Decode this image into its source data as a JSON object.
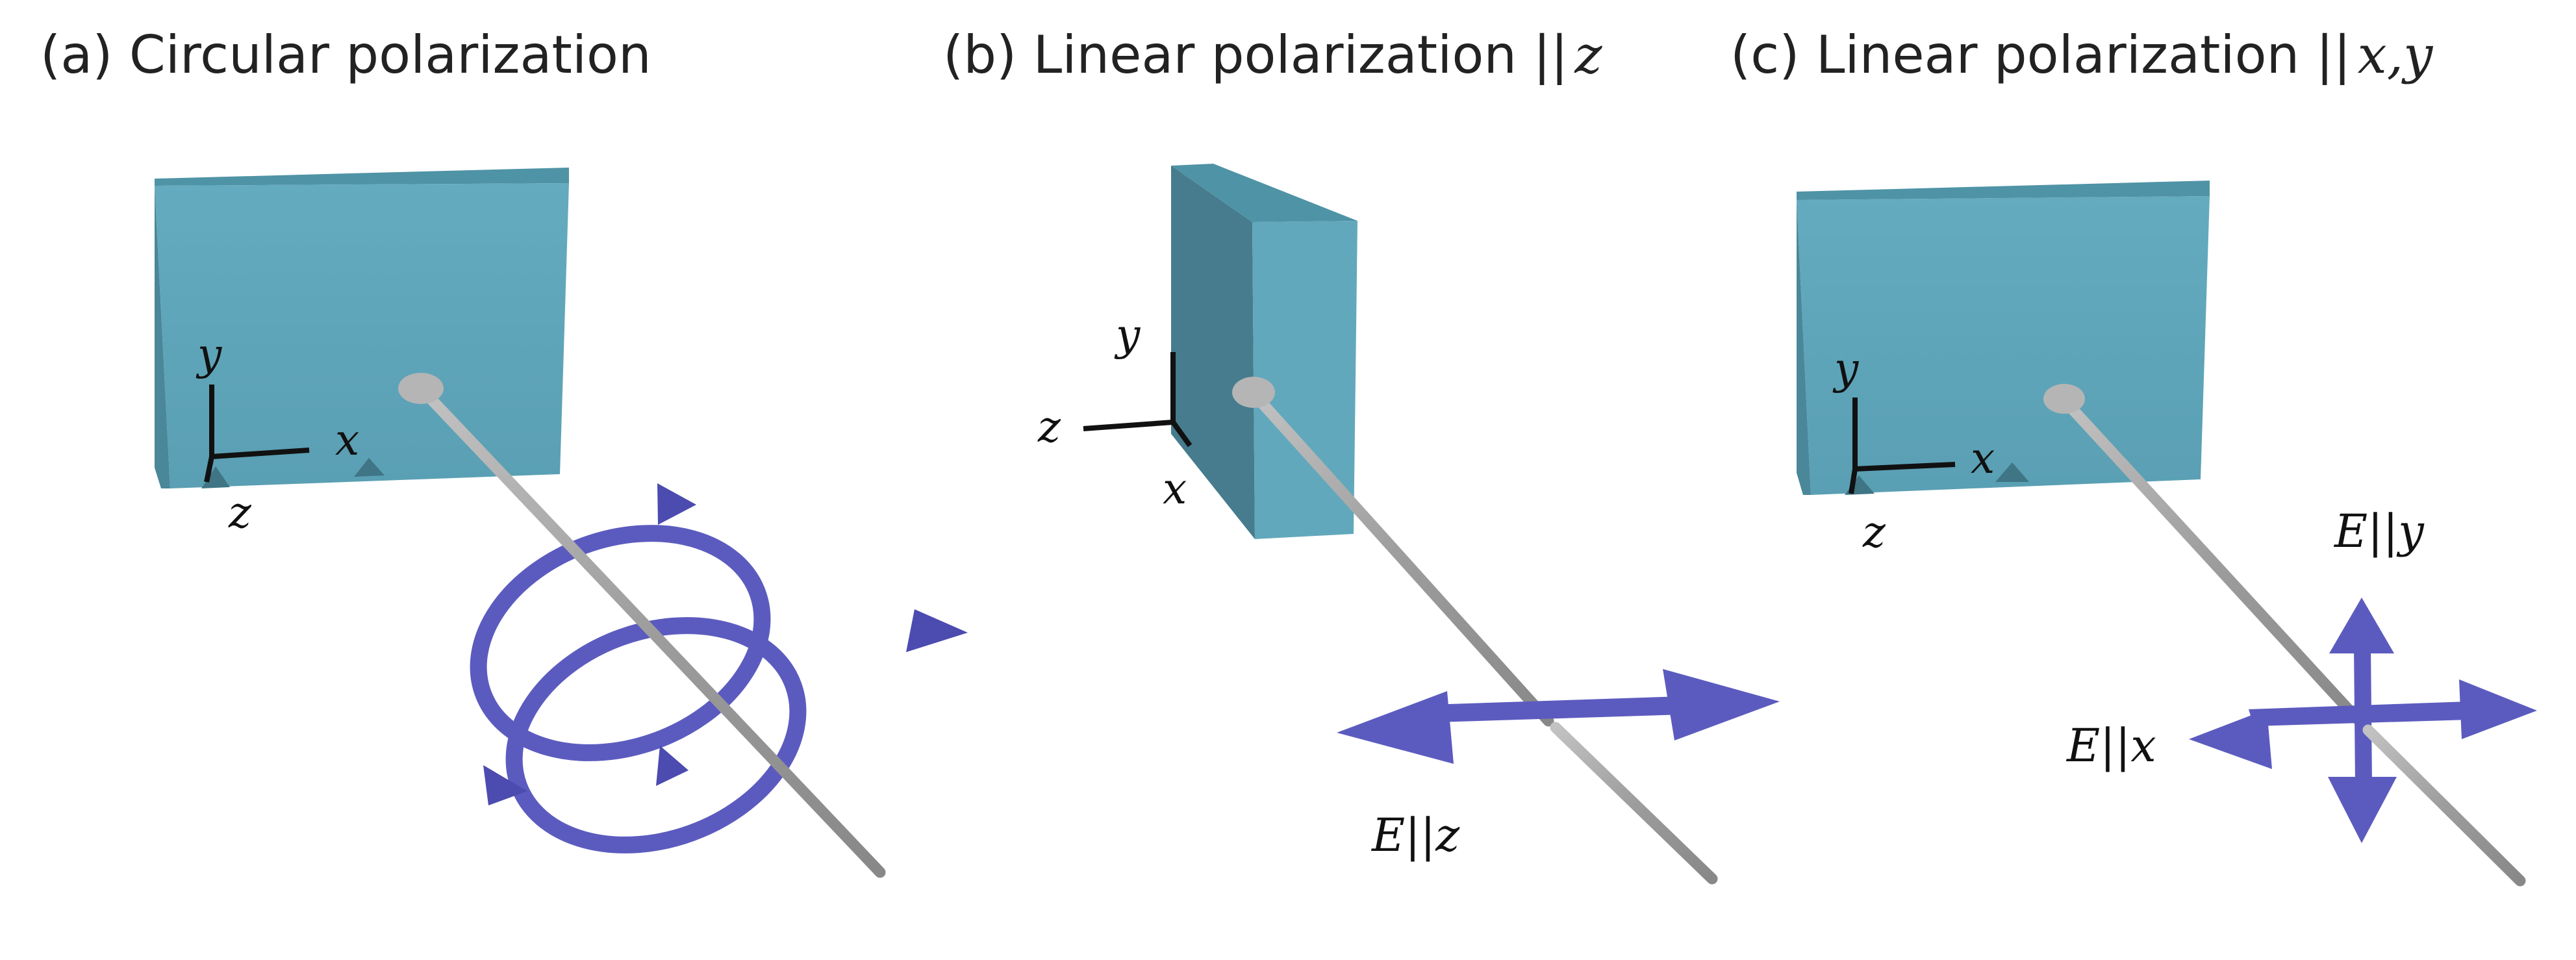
{
  "panels": [
    {
      "title": "(a) Circular polarization",
      "axes": {
        "x": "x",
        "y": "y",
        "z": "z"
      },
      "field_labels": []
    },
    {
      "title": "(b) Linear polarization ||",
      "title_var": "z",
      "axes": {
        "x": "x",
        "y": "y",
        "z": "z"
      },
      "field_labels": [
        "E||z"
      ]
    },
    {
      "title": "(c) Linear polarization ||",
      "title_var": "x,y",
      "axes": {
        "x": "x",
        "y": "y",
        "z": "z"
      },
      "field_labels": [
        "E||y",
        "E||x"
      ]
    }
  ],
  "colors": {
    "sample_front": "#62a8bc",
    "sample_top": "#4f93a6",
    "sample_side": "#467c8d",
    "beam": "#a3a3a3",
    "beam_spot": "#b5b5b5",
    "field": "#5b5bbf",
    "field_dark": "#4646a6"
  }
}
